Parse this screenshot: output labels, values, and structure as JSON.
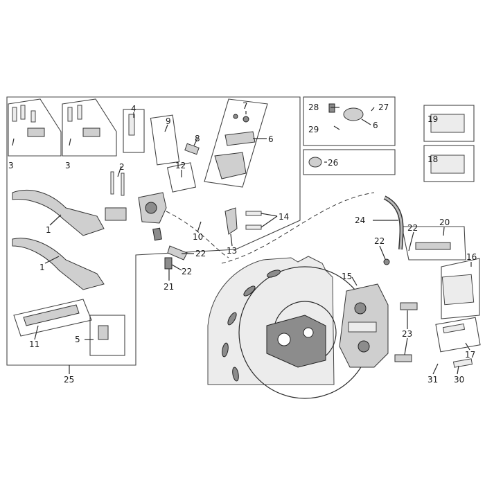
{
  "callouts": [
    "1",
    "1",
    "2",
    "3",
    "3",
    "4",
    "5",
    "6",
    "6",
    "7",
    "8",
    "9",
    "10",
    "11",
    "12",
    "13",
    "14",
    "15",
    "16",
    "17",
    "18",
    "19",
    "20",
    "21",
    "22",
    "22",
    "22",
    "22",
    "23",
    "24",
    "25",
    "26",
    "27",
    "28",
    "29",
    "30",
    "31"
  ]
}
